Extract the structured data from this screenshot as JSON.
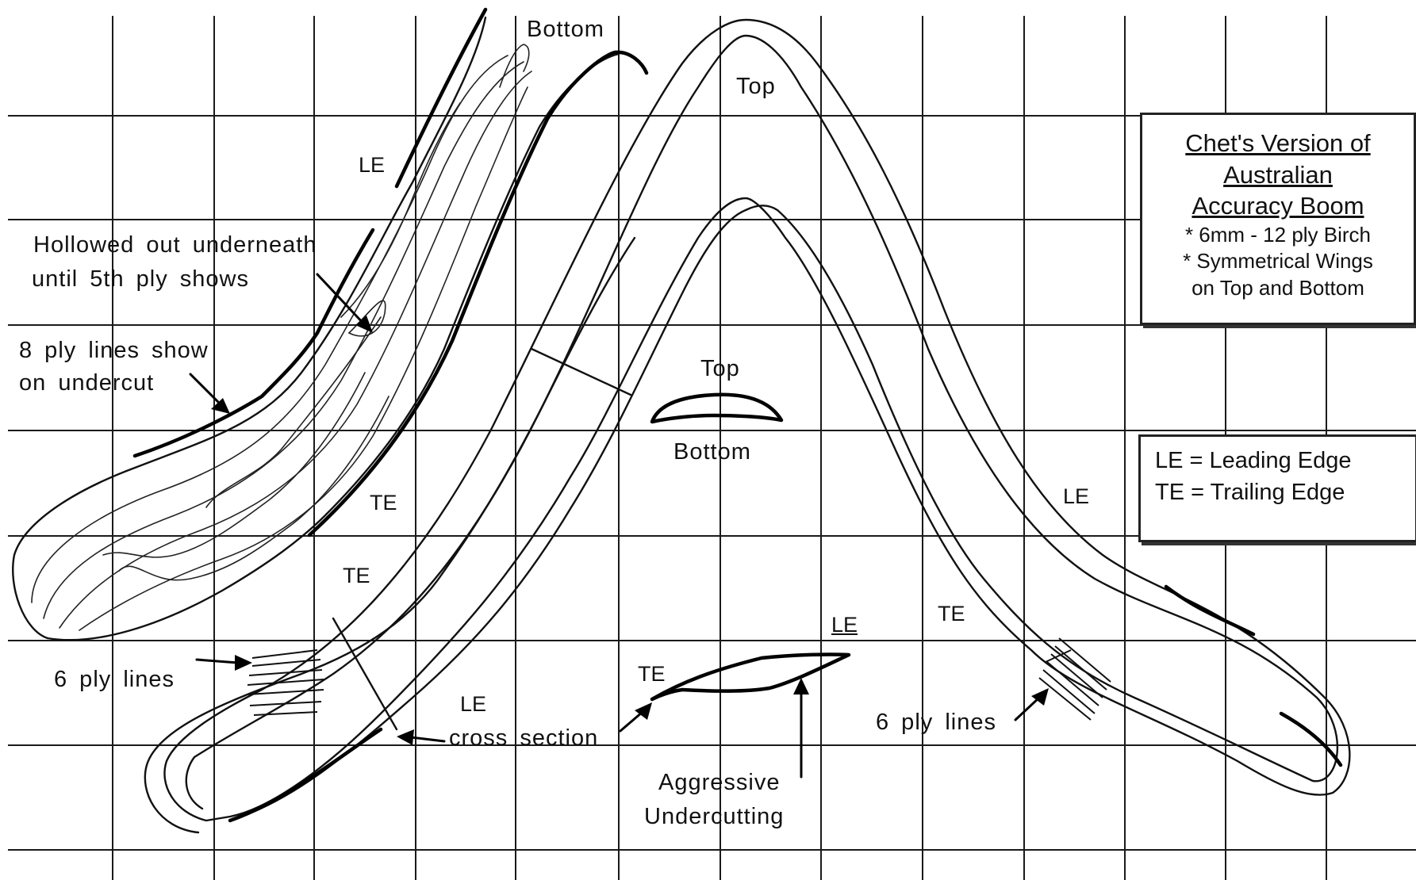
{
  "title_box": {
    "title_lines": [
      "Chet's Version of",
      "Australian",
      "Accuracy Boom"
    ],
    "notes": [
      "* 6mm - 12 ply Birch",
      "* Symmetrical Wings",
      "on Top and Bottom"
    ]
  },
  "legend": {
    "le": "LE = Leading Edge",
    "te": "TE = Trailing Edge"
  },
  "labels": {
    "bottom_top": "Bottom",
    "top_big": "Top",
    "le_left_upper": "LE",
    "hollowed_line1": "Hollowed out underneath",
    "hollowed_line2": "until 5th ply shows",
    "eight_ply_line1": "8 ply lines show",
    "eight_ply_line2": "on undercut",
    "te_upper": "TE",
    "te_lower": "TE",
    "six_ply_left": "6 ply lines",
    "le_lower": "LE",
    "cross_section": "cross section",
    "section_top": "Top",
    "section_bottom": "Bottom",
    "le_right": "LE",
    "te_right": "TE",
    "six_ply_right": "6 ply lines",
    "le_foil": "LE",
    "te_foil": "TE",
    "aggressive_line1": "Aggressive",
    "aggressive_line2": "Undercutting"
  }
}
